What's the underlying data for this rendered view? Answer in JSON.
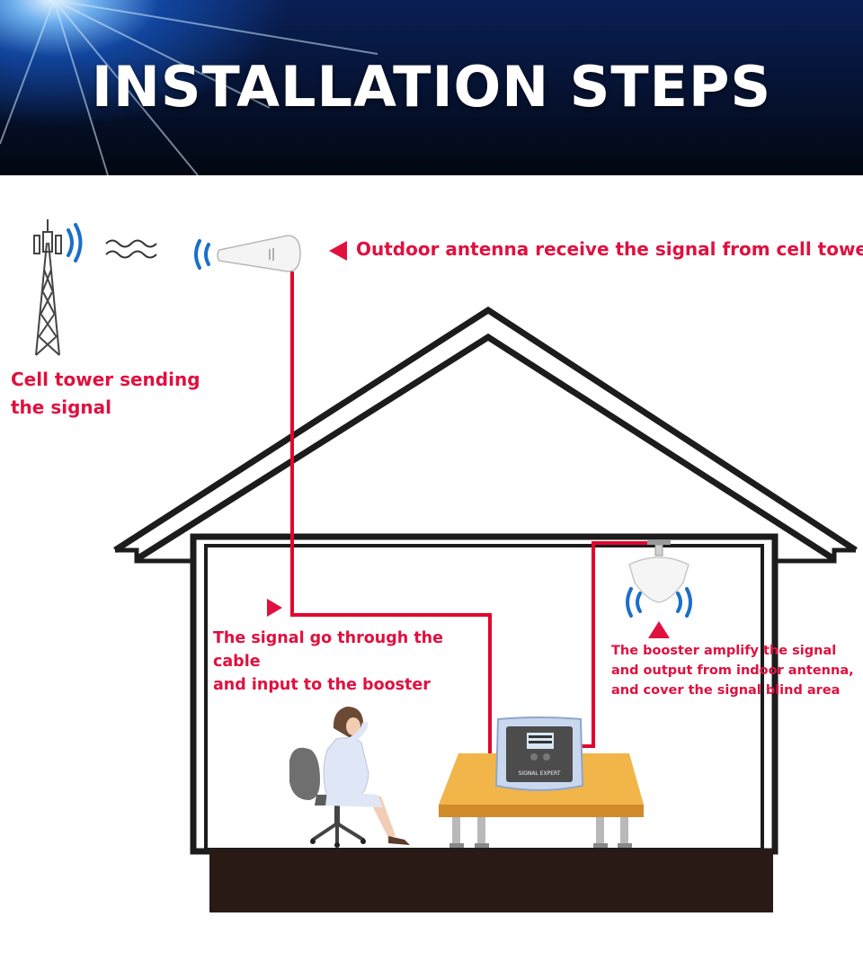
{
  "header": {
    "title": "INSTALLATION STEPS"
  },
  "labels": {
    "outdoor_antenna": "Outdoor antenna receive the signal from cell tower",
    "cell_tower": [
      "Cell tower sending",
      "the signal"
    ],
    "cable": [
      "The signal go through the cable",
      "and input to the booster"
    ],
    "booster": [
      "The booster amplify the signal",
      "and output from indoor antenna,",
      "and cover the signal blind area"
    ]
  },
  "booster_device": {
    "brand": "SIGNAL EXPERT"
  },
  "colors": {
    "accent_red": "#e0103f",
    "cable_red": "#e3052e",
    "signal_blue": "#1a6fc9",
    "house_outline": "#1c1c1c",
    "floor": "#2a1a16",
    "table_top": "#f2b54a"
  }
}
